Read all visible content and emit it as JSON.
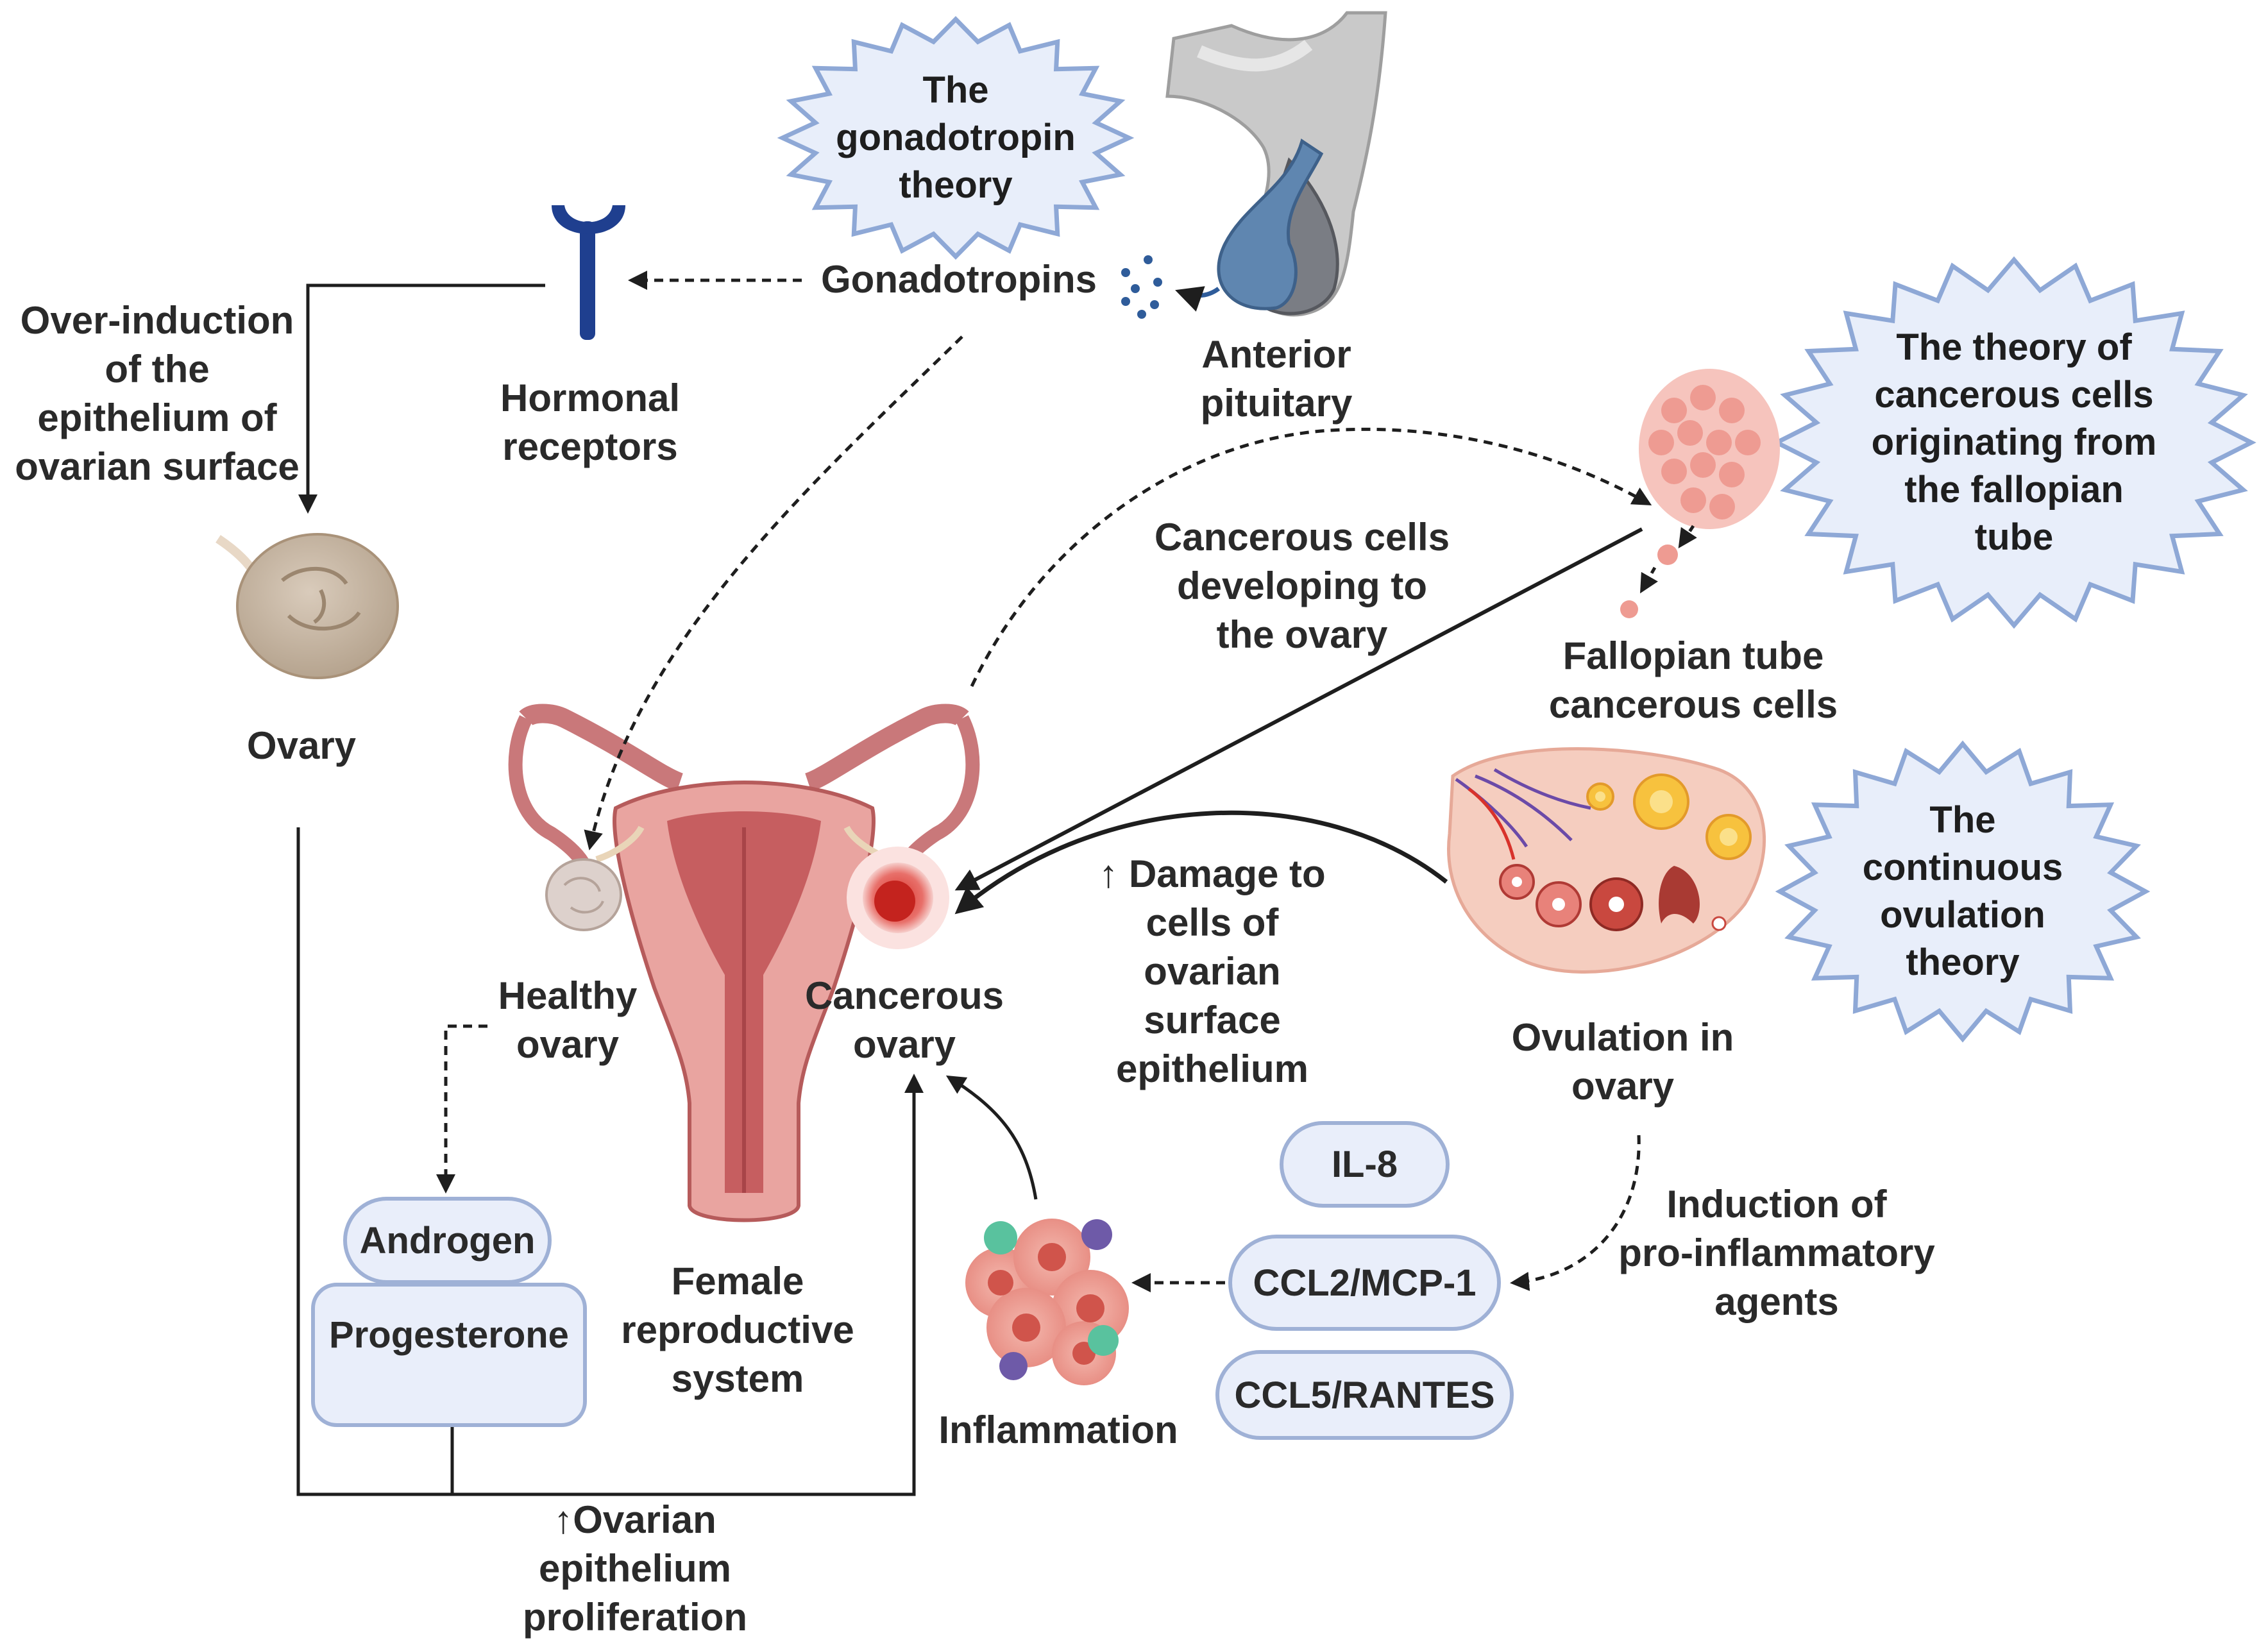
{
  "theories": {
    "gonadotropin": [
      "The",
      "gonadotropin",
      "theory"
    ],
    "fallopian": [
      "The theory of",
      "cancerous cells",
      "originating from",
      "the fallopian",
      "tube"
    ],
    "ovulation": [
      "The",
      "continuous",
      "ovulation",
      "theory"
    ]
  },
  "labels": {
    "gonadotropins": "Gonadotropins",
    "anterior_pituitary": [
      "Anterior",
      "pituitary"
    ],
    "hormonal_receptors": [
      "Hormonal",
      "receptors"
    ],
    "over_induction": [
      "Over-induction",
      "of the",
      "epithelium of",
      "ovarian surface"
    ],
    "ovary": "Ovary",
    "cancerous_cells_developing": [
      "Cancerous cells",
      "developing to",
      "the ovary"
    ],
    "fallopian_cells": [
      "Fallopian tube",
      "cancerous cells"
    ],
    "healthy_ovary": [
      "Healthy",
      "ovary"
    ],
    "cancerous_ovary": [
      "Cancerous",
      "ovary"
    ],
    "damage": [
      "↑ Damage to",
      "cells of",
      "ovarian",
      "surface",
      "epithelium"
    ],
    "ovulation_in_ovary": [
      "Ovulation in",
      "ovary"
    ],
    "female_system": [
      "Female",
      "reproductive",
      "system"
    ],
    "induction": [
      "Induction of",
      "pro-inflammatory",
      "agents"
    ],
    "inflammation": "Inflammation",
    "proliferation": [
      "↑Ovarian",
      "epithelium",
      "proliferation"
    ]
  },
  "hormones": {
    "androgen": "Androgen",
    "progesterone": "Progesterone"
  },
  "cytokines": {
    "il8": "IL-8",
    "ccl2": "CCL2/MCP-1",
    "ccl5": "CCL5/RANTES"
  },
  "colors": {
    "burst_fill": "#e8eefa",
    "burst_stroke": "#8ea8d6",
    "pill_fill": "#e9eefa",
    "pill_stroke": "#9fb1d6",
    "uterus": "#c9787a",
    "tumor": "#d8322b",
    "receptor": "#1f3f8f"
  }
}
